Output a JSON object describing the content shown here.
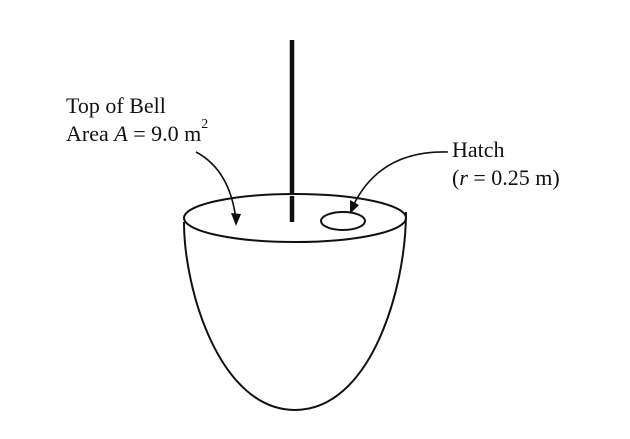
{
  "top_label": {
    "line1": "Top of Bell",
    "line2_prefix": "Area ",
    "line2_var": "A",
    "line2_mid": " = 9.0 m",
    "line2_sup": "2"
  },
  "hatch_label": {
    "line1": "Hatch",
    "line2_open": "(",
    "line2_var": "r",
    "line2_rest": " = 0.25 m)"
  },
  "colors": {
    "ink": "#111111",
    "background": "#ffffff"
  }
}
